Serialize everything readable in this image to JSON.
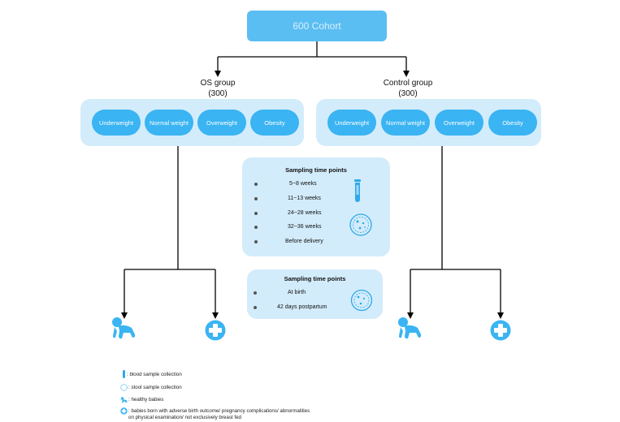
{
  "cohort": {
    "label": "600 Cohort"
  },
  "os_group": {
    "title": "OS group",
    "count": "(300)",
    "categories": [
      "Underweight",
      "Normal weight",
      "Overweight",
      "Obesity"
    ]
  },
  "control_group": {
    "title": "Control group",
    "count": "(300)",
    "categories": [
      "Underweight",
      "Normal weight",
      "Overweight",
      "Obesity"
    ]
  },
  "pregnancy_sampling": {
    "title": "Sampling time points",
    "items": [
      "5~8 weeks",
      "11~13 weeks",
      "24~28 weeks",
      "32~36 weeks",
      "Before delivery"
    ]
  },
  "infant_sampling": {
    "title": "Sampling time points",
    "items": [
      "At birth",
      "42 days postpartum"
    ]
  },
  "legend": {
    "blood": ": blood sample collection",
    "stool": ": stool sample collection",
    "healthy": ": healthy babies",
    "adverse_line1": ": babies born with adverse birth outcome/ pregnancy complications/ abnormalities",
    "adverse_line2": "on physical examination/ not exclusively breast fed"
  },
  "colors": {
    "accent": "#3ab4f2",
    "cohort_box": "#5bbef3",
    "panel": "#d3ecfb",
    "icon": "#2fa8e8"
  }
}
